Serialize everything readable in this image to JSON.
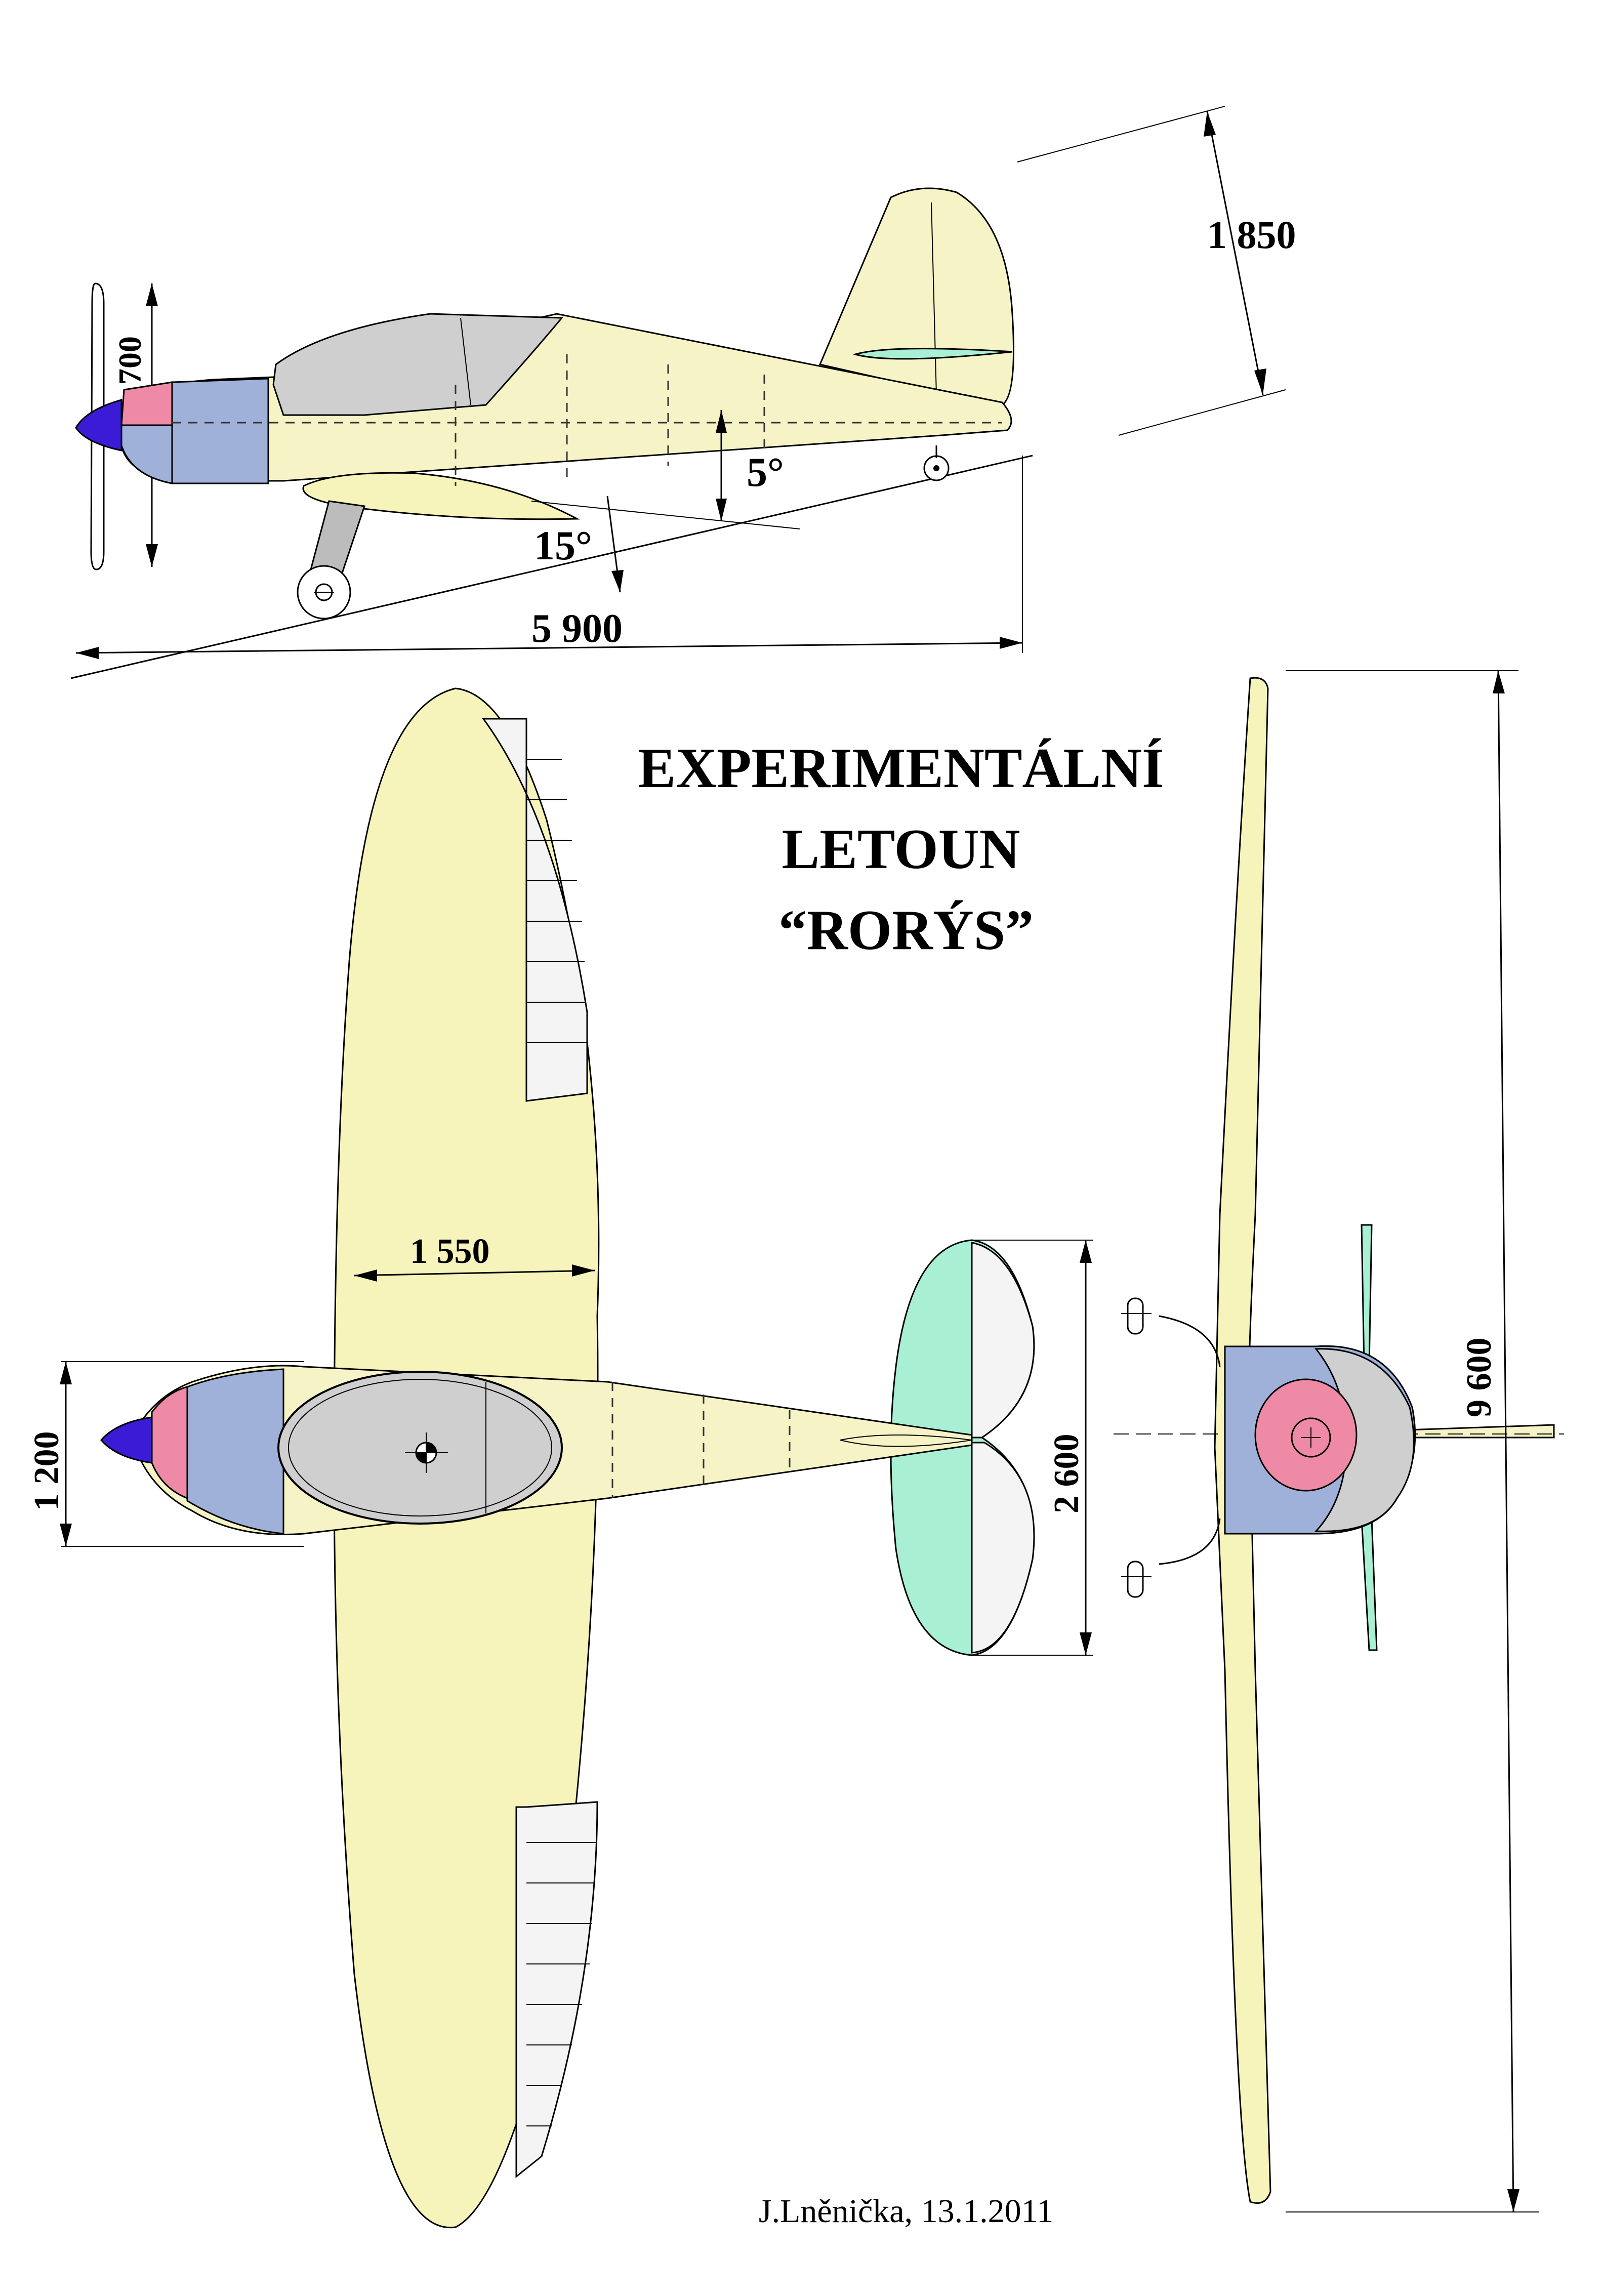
{
  "title": {
    "line1": "EXPERIMENTÁLNÍ",
    "line2": "LETOUN",
    "line3": "“RORÝS”"
  },
  "dimensions": {
    "height": "1 850",
    "prop_diameter": "700",
    "length": "5 900",
    "tail_angle": "5°",
    "gear_angle": "15°",
    "wing_chord": "1 550",
    "fuselage_width": "1 200",
    "tail_span": "2 600",
    "wingspan": "9 600"
  },
  "signature": "J.Lněnička, 13.1.2011",
  "colors": {
    "wing": "#f6f3bb",
    "fuselage": "#f6f3c6",
    "canopy": "#cfcfcf",
    "cowl_blue": "#9fb1d8",
    "cowl_pink": "#ef8aa6",
    "spinner": "#3b1bd6",
    "tail": "#a8efd4",
    "aileron": "#f4f4f4"
  }
}
